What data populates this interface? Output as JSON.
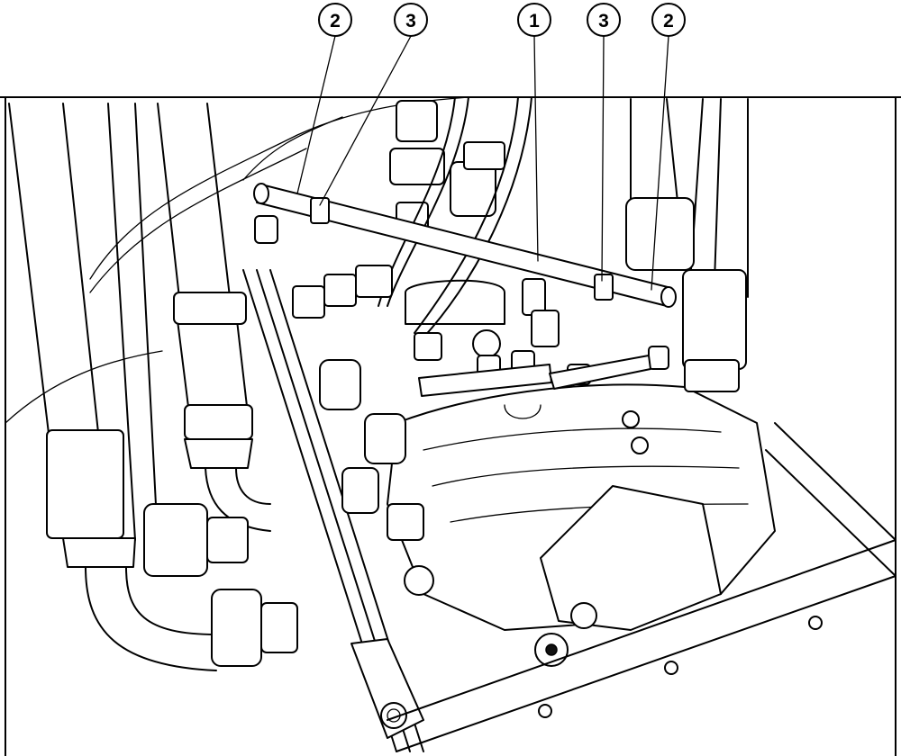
{
  "callouts": [
    {
      "id": "callout-2-left",
      "label": "2"
    },
    {
      "id": "callout-3-left",
      "label": "3"
    },
    {
      "id": "callout-1",
      "label": "1"
    },
    {
      "id": "callout-3-right",
      "label": "3"
    },
    {
      "id": "callout-2-right",
      "label": "2"
    }
  ],
  "colors": {
    "line": "#000000",
    "background": "#ffffff"
  }
}
